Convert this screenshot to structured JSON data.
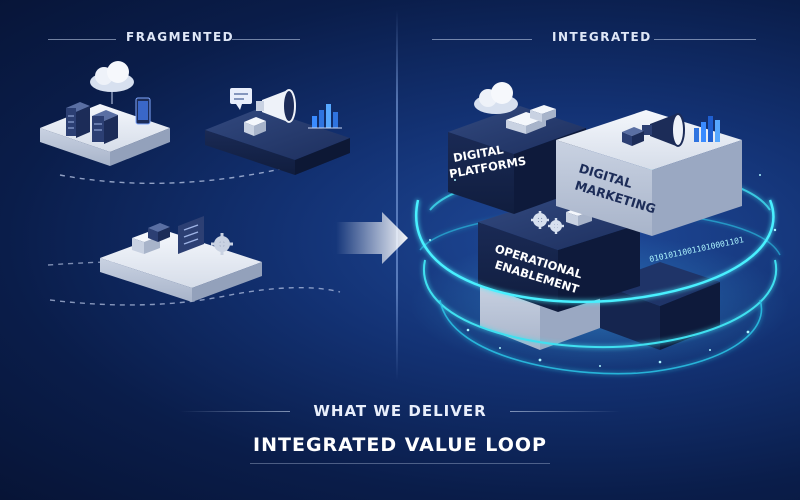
{
  "left_header": "FRAGMENTED",
  "right_header": "INTEGRATED",
  "blocks": {
    "digital_platforms": [
      "DIGITAL",
      "PLATFORMS"
    ],
    "digital_marketing": [
      "DIGITAL",
      "MARKETING"
    ],
    "operational_enablement": [
      "OPERATIONAL",
      "ENABLEMENT"
    ]
  },
  "binary_ring_text": "01010110011010001101",
  "footer": {
    "subtitle": "WHAT WE DELIVER",
    "title": "INTEGRATED VALUE LOOP"
  },
  "colors": {
    "background": "#0b1f4d",
    "glow": "#3fe0f0",
    "navy_block": "#1f3468",
    "white_block": "#e9edf5"
  }
}
